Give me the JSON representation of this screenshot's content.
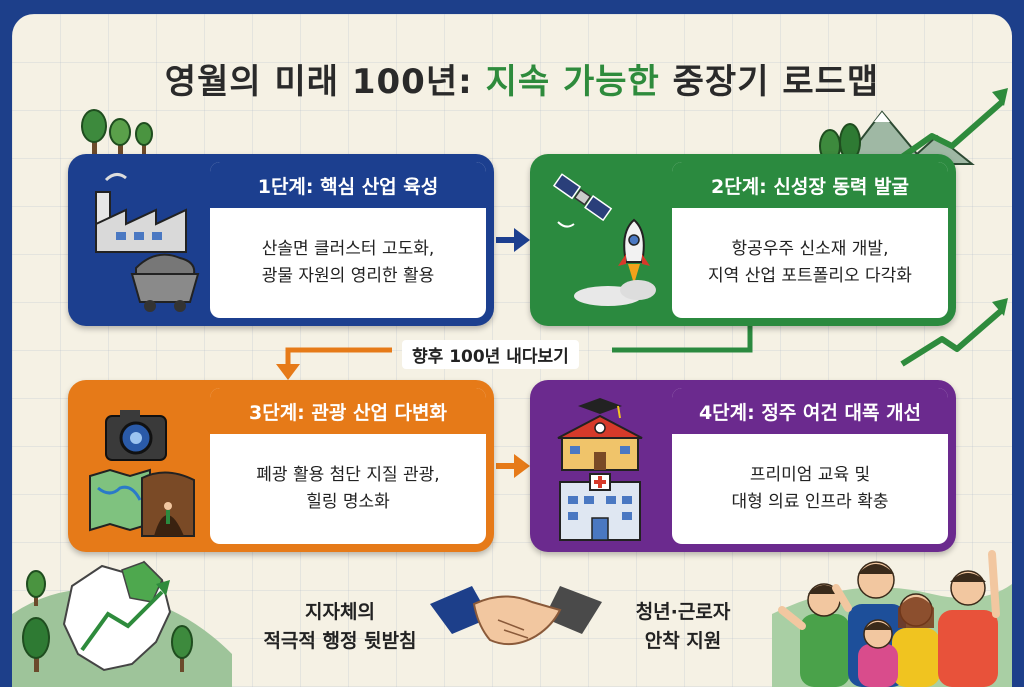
{
  "title": {
    "part1": "영월의 미래 100년:",
    "part2": "지속 가능한",
    "part3": "중장기 로드맵"
  },
  "stages": [
    {
      "heading": "1단계: 핵심 산업 육성",
      "line1": "산솔면 클러스터 고도화,",
      "line2": "광물 자원의 영리한 활용",
      "color": "#1c3f8f"
    },
    {
      "heading": "2단계: 신성장 동력 발굴",
      "line1": "항공우주 신소재 개발,",
      "line2": "지역 산업 포트폴리오 다각화",
      "color": "#2b8a3f"
    },
    {
      "heading": "3단계: 관광 산업 다변화",
      "line1": "폐광 활용 첨단 지질 관광,",
      "line2": "힐링 명소화",
      "color": "#e67a18"
    },
    {
      "heading": "4단계: 정주 여건 대폭 개선",
      "line1": "프리미엄 교육 및",
      "line2": "대형 의료 인프라 확충",
      "color": "#6b2a8e"
    }
  ],
  "connector_label": "향후 100년 내다보기",
  "bottom": {
    "left_line1": "지자체의",
    "left_line2": "적극적 행정 뒷받침",
    "right_line1": "청년·근로자",
    "right_line2": "안착 지원"
  }
}
